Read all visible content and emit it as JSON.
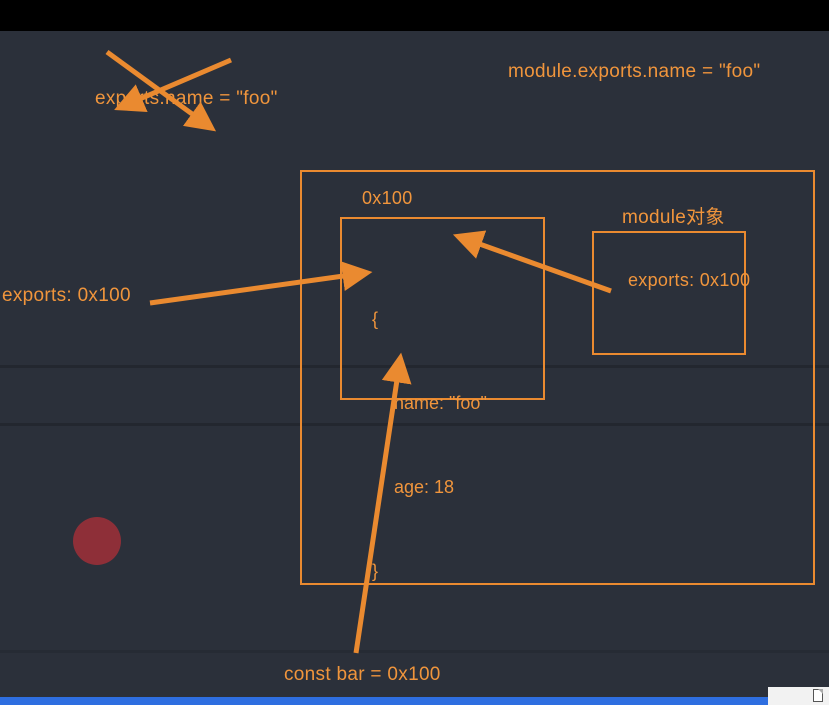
{
  "colors": {
    "background": "#2b303a",
    "accent": "#ea8a30",
    "text_orange": "#f0953c",
    "topbar": "#000000",
    "progress_blue": "#2e6ee0",
    "circle_red": "#8e2f38"
  },
  "annotations": {
    "crossed_text": "exports.name = \"foo\"",
    "module_exports_text": "module.exports.name = \"foo\"",
    "left_label": "exports: 0x100",
    "bottom_label": "const bar = 0x100"
  },
  "diagram": {
    "heap_box": {
      "address_label": "0x100",
      "object_lines": {
        "open": "{",
        "name": "name: \"foo\"",
        "age": "age: 18",
        "close": "}"
      }
    },
    "module_box": {
      "title": "module对象",
      "exports_line": "exports: 0x100"
    }
  },
  "icons": {
    "page_flip": "page-flip-icon"
  }
}
